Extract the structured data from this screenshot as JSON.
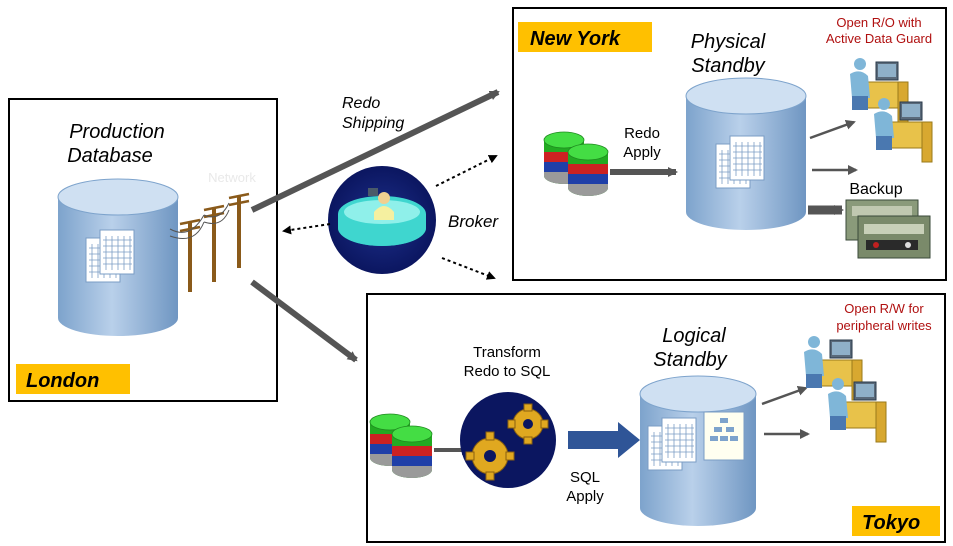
{
  "london": {
    "title_line1": "Production",
    "title_line2": "Database",
    "location": "London",
    "network_label": "Network"
  },
  "links": {
    "redo_shipping_line1": "Redo",
    "redo_shipping_line2": "Shipping",
    "broker": "Broker"
  },
  "new_york": {
    "location": "New York",
    "standby_line1": "Physical",
    "standby_line2": "Standby",
    "redo_apply_line1": "Redo",
    "redo_apply_line2": "Apply",
    "note_line1": "Open R/O with",
    "note_line2": "Active Data Guard",
    "backup": "Backup"
  },
  "tokyo": {
    "location": "Tokyo",
    "standby_line1": "Logical",
    "standby_line2": "Standby",
    "transform_line1": "Transform",
    "transform_line2": "Redo to SQL",
    "sql_apply_line1": "SQL",
    "sql_apply_line2": "Apply",
    "note_line1": "Open R/W for",
    "note_line2": "peripheral writes"
  },
  "colors": {
    "location_tag": "#ffc000",
    "arrow": "#555555",
    "note_red": "#b01010",
    "cylinder_top": "#c9ddf0",
    "cylinder_body": "#8fb3d9",
    "apply_arrow": "#2f5597"
  }
}
